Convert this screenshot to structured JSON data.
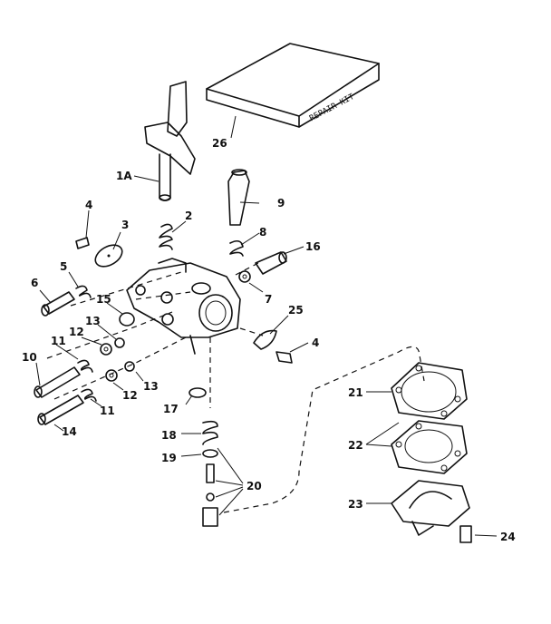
{
  "kit_text": "REPAIR KIT",
  "labels": {
    "p1a": "1A",
    "p2": "2",
    "p3": "3",
    "p4a": "4",
    "p4b": "4",
    "p5": "5",
    "p6": "6",
    "p7": "7",
    "p8": "8",
    "p9": "9",
    "p10": "10",
    "p11a": "11",
    "p11b": "11",
    "p12a": "12",
    "p12b": "12",
    "p13a": "13",
    "p13b": "13",
    "p14": "14",
    "p15": "15",
    "p16": "16",
    "p17": "17",
    "p18": "18",
    "p19": "19",
    "p20": "20",
    "p21": "21",
    "p22": "22",
    "p23": "23",
    "p24": "24",
    "p25": "25",
    "p26": "26"
  }
}
